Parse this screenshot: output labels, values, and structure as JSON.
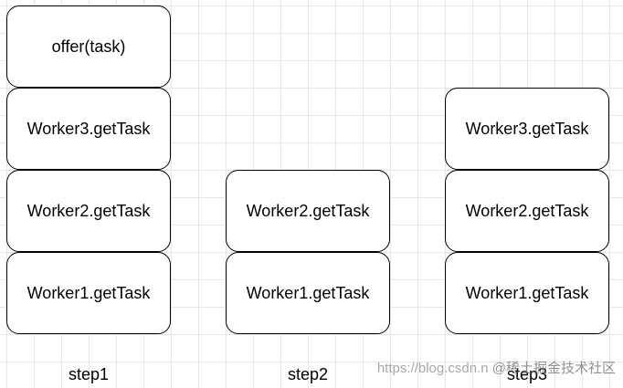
{
  "columns": [
    {
      "step_label": "step1",
      "boxes": [
        "offer(task)",
        "Worker3.getTask",
        "Worker2.getTask",
        "Worker1.getTask"
      ]
    },
    {
      "step_label": "step2",
      "boxes": [
        "Worker2.getTask",
        "Worker1.getTask"
      ]
    },
    {
      "step_label": "step3",
      "boxes": [
        "Worker3.getTask",
        "Worker2.getTask",
        "Worker1.getTask"
      ]
    }
  ],
  "watermark": {
    "url": "https://blog.csdn.n",
    "brand": "@稀土掘金技术社区"
  }
}
